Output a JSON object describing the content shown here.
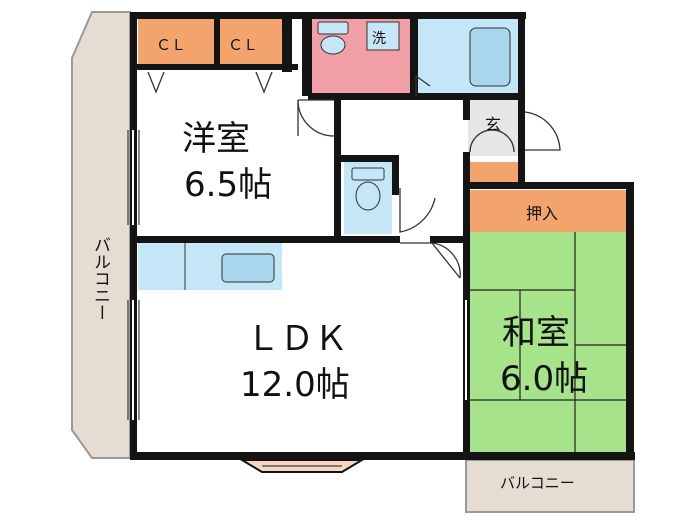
{
  "rooms": {
    "western": {
      "name": "洋室",
      "size": "6.5帖"
    },
    "ldk": {
      "name": "ＬＤＫ",
      "size": "12.0帖"
    },
    "japanese": {
      "name": "和室",
      "size": "6.0帖"
    }
  },
  "closets": {
    "cl_left": "ＣＬ",
    "cl_right": "ＣＬ",
    "oshiire": "押入"
  },
  "fixtures": {
    "washer": "洗",
    "entrance": "玄"
  },
  "balconies": {
    "west": "バルコニー",
    "south": "バルコニー"
  },
  "colors": {
    "wall": "#141414",
    "closet": "#f2a46c",
    "tatami": "#a6e38a",
    "wet_area": "#c4e6f6",
    "bathroom_pink": "#f29ea6",
    "balcony": "#e6dcd2",
    "floor": "#ffffff"
  }
}
